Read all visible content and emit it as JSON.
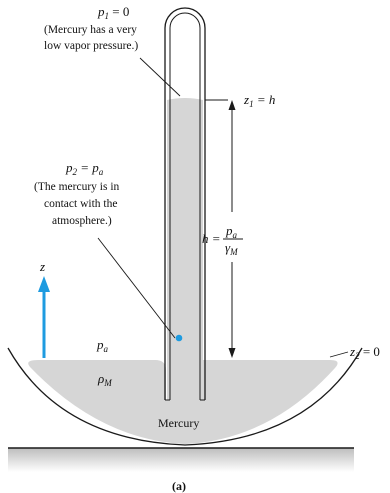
{
  "labels": {
    "p1_eq": "p",
    "p1_sub": "1",
    "p1_rest": " = 0",
    "p1_note_line1": "(Mercury has a very",
    "p1_note_line2": "low vapor pressure.)",
    "z1_prefix": "z",
    "z1_sub": "1",
    "z1_rest": " = h",
    "p2_eq": "p",
    "p2_sub": "2",
    "p2_mid": " = p",
    "p2_sub2": "a",
    "p2_note_line1": "(The mercury is in",
    "p2_note_line2": "contact with the",
    "p2_note_line3": "atmosphere.)",
    "h_lhs": "h =",
    "h_num": "p",
    "h_num_sub": "a",
    "h_den": "γ",
    "h_den_sub": "M",
    "z_axis": "z",
    "pa": "p",
    "pa_sub": "a",
    "rho": "ρ",
    "rho_sub": "M",
    "z2_prefix": "z",
    "z2_sub": "2",
    "z2_rest": " = 0",
    "mercury": "Mercury",
    "caption": "(a)"
  },
  "colors": {
    "mercury": "#d6d6d6",
    "outline": "#1a1a1a",
    "axis_arrow": "#1e9be0",
    "point": "#1e9be0",
    "floor_shadow": "#c8c8c8"
  }
}
